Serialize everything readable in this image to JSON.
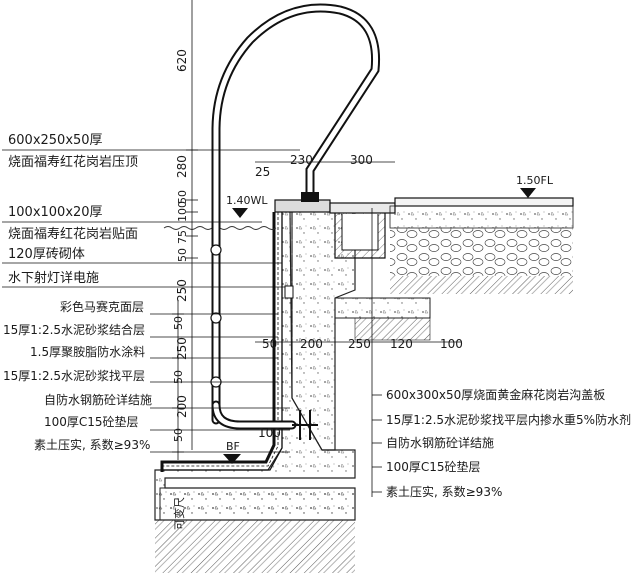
{
  "labels_left": [
    {
      "text": "600x250x50厚"
    },
    {
      "text": "烧面福寿红花岗岩压顶"
    },
    {
      "text": "100x100x20厚"
    },
    {
      "text": "烧面福寿红花岗岩贴面"
    },
    {
      "text": "120厚砖砌体"
    },
    {
      "text": "水下射灯详电施"
    },
    {
      "text": "彩色马赛克面层"
    },
    {
      "text": "15厚1:2.5水泥砂浆结合层"
    },
    {
      "text": "1.5厚聚胺脂防水涂料"
    },
    {
      "text": "15厚1:2.5水泥砂浆找平层"
    },
    {
      "text": "自防水钢筋砼详结施"
    },
    {
      "text": "100厚C15砼垫层"
    },
    {
      "text": "素土压实, 系数≥93%"
    }
  ],
  "labels_right": [
    {
      "text": "600x300x50厚烧面黄金麻花岗岩沟盖板"
    },
    {
      "text": "15厚1:2.5水泥砂浆找平层内掺水重5%防水剂"
    },
    {
      "text": "自防水钢筋砼详结施"
    },
    {
      "text": "100厚C15砼垫层"
    },
    {
      "text": "素土压实, 系数≥93%"
    }
  ],
  "dims_vertical": [
    "620",
    "280",
    "50",
    "100",
    "75",
    "50",
    "250",
    "50",
    "250",
    "50",
    "200",
    "50"
  ],
  "dims_top": [
    "25",
    "230",
    "300"
  ],
  "dims_mid": [
    "50",
    "200",
    "250",
    "120",
    "100"
  ],
  "dim_bottom": "100",
  "level_wl": "1.40WL",
  "level_fl": "1.50FL",
  "level_bf": "BF",
  "side_text": "可变尺"
}
